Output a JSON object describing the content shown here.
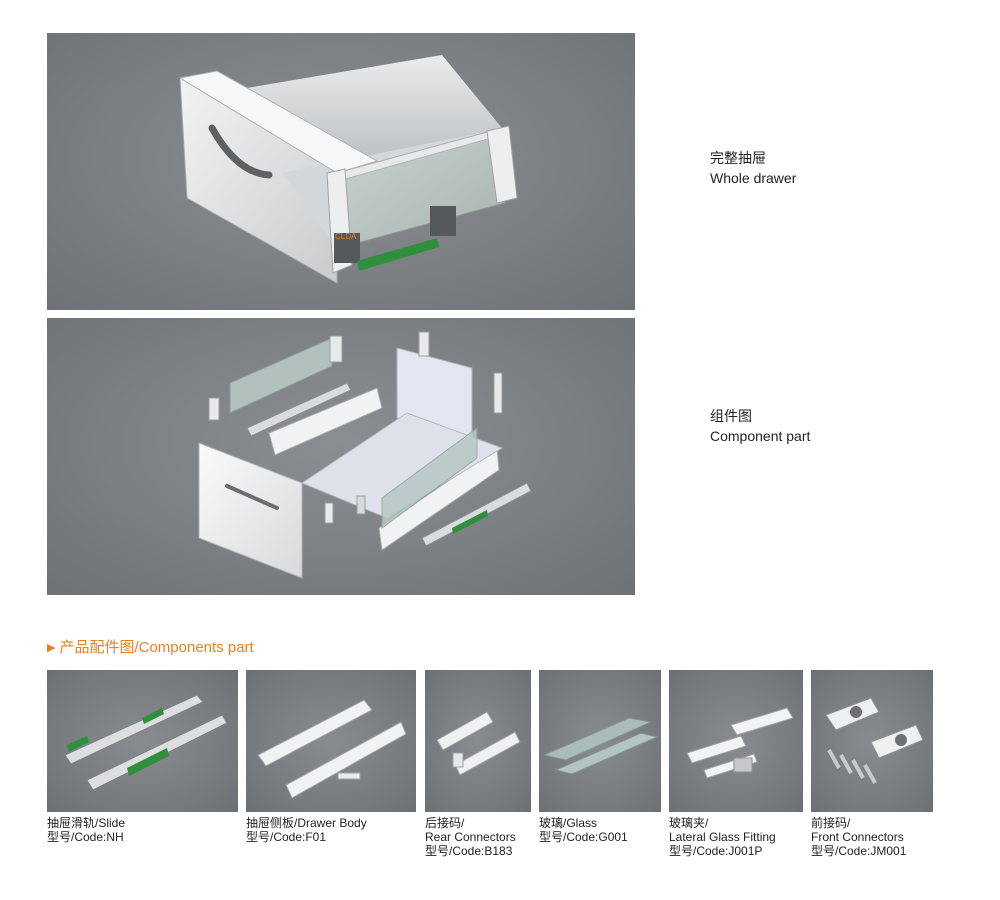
{
  "hero": [
    {
      "cn": "完整抽屉",
      "en": "Whole drawer",
      "brand_mark": "CLDA"
    },
    {
      "cn": "组件图",
      "en": "Component part"
    }
  ],
  "section": {
    "title": "产品配件图/Components part",
    "accent": "#e8821e"
  },
  "components": [
    {
      "name": "抽屉滑轨/Slide",
      "code": "型号/Code:NH"
    },
    {
      "name": "抽屉侧板/Drawer Body",
      "code": "型号/Code:F01"
    },
    {
      "name": "后接码/",
      "name2": "Rear Connectors",
      "code": "型号/Code:B183"
    },
    {
      "name": "玻璃/Glass",
      "code": "型号/Code:G001"
    },
    {
      "name": "玻璃夹/",
      "name2": "Lateral Glass Fitting",
      "code": "型号/Code:J001P"
    },
    {
      "name": "前接码/",
      "name2": "Front  Connectors",
      "code": "型号/Code:JM001"
    }
  ],
  "colors": {
    "background": "#7c7f83",
    "green": "#2f8f3a"
  }
}
